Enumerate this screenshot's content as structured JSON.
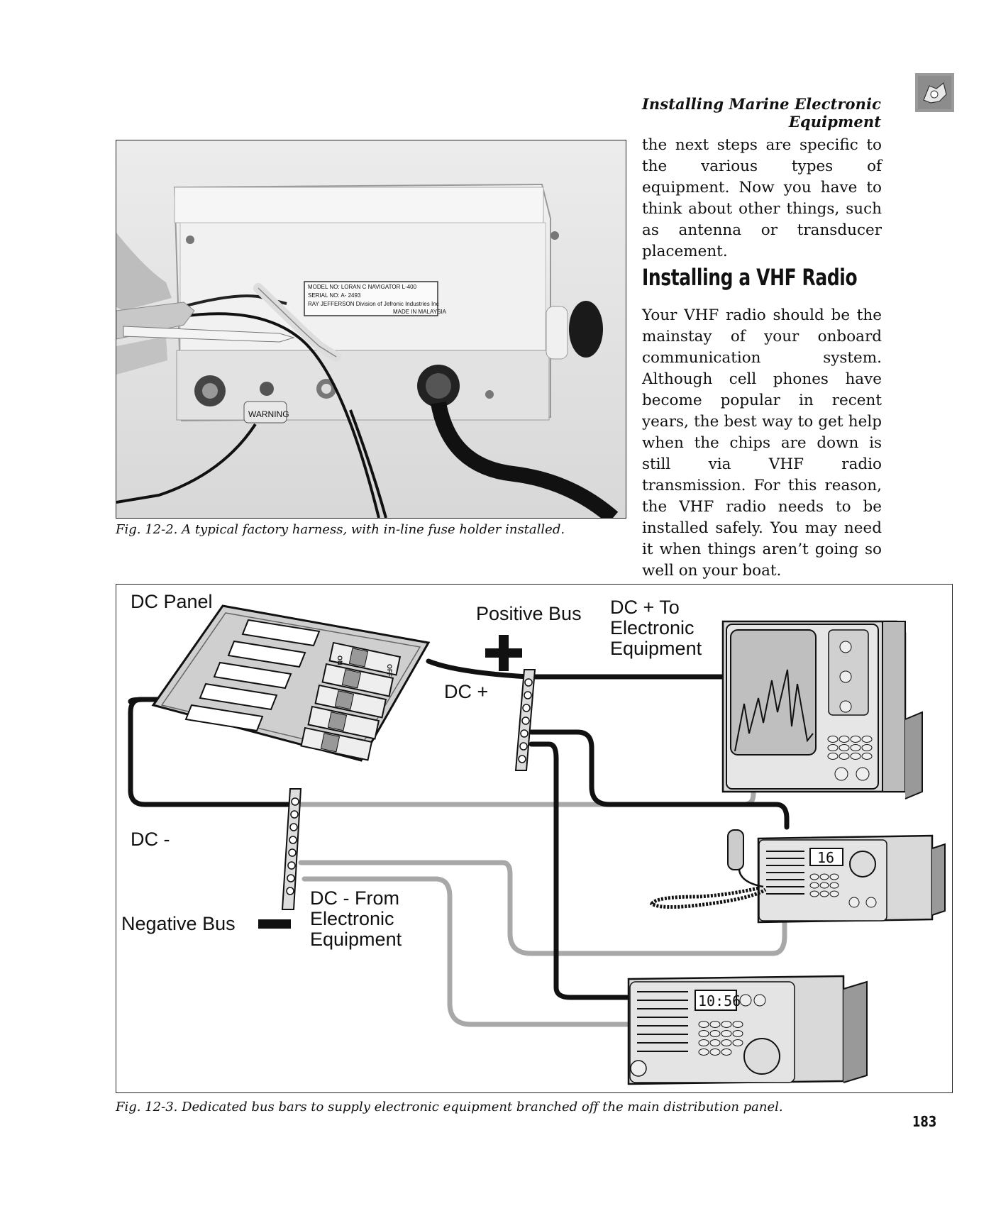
{
  "running_head": "Installing Marine Electronic Equipment",
  "figure1": {
    "caption": "Fig. 12-2. A typical factory harness, with in-line fuse holder installed.",
    "plate": {
      "line1": "MODEL NO: LORAN C NAVIGATOR L-400",
      "line2": "SERIAL NO: A- 2493",
      "line3": "RAY JEFFERSON Division of Jefronic Industries Inc",
      "line4": "MADE IN MALAYSIA"
    },
    "warning_label": "WARNING"
  },
  "body_paragraph_1": "the next steps are specific to the various types of equipment. Now you have to think about other things, such as antenna or transducer placement.",
  "section_heading": "Installing a VHF Radio",
  "body_paragraph_2": "Your VHF radio should be the mainstay of your onboard communication system. Although cell phones have become popular in recent years, the best way to get help when the chips are down is still via VHF radio transmission. For this reason, the VHF radio needs to be installed safely. You may need it when things aren’t going so well on your boat.",
  "figure2": {
    "labels": {
      "dc_panel": "DC Panel",
      "positive_bus": "Positive Bus",
      "dc_plus_to_1": "DC + To",
      "dc_plus_to_2": "Electronic",
      "dc_plus_to_3": "Equipment",
      "dc_plus": "DC +",
      "dc_minus": "DC -",
      "negative_bus": "Negative Bus",
      "dc_minus_from_1": "DC - From",
      "dc_minus_from_2": "Electronic",
      "dc_minus_from_3": "Equipment"
    },
    "switch_on": "ON",
    "switch_off": "OFF",
    "vhf_display": "16",
    "clock_display": "10:56",
    "caption": "Fig. 12-3. Dedicated bus bars to supply electronic equipment branched off the main distribution panel."
  },
  "page_number": "183",
  "colors": {
    "wire_positive": "#111111",
    "wire_negative": "#a8a8a8",
    "equipment_body": "#d9d9d9",
    "panel": "#cfcfcf"
  }
}
